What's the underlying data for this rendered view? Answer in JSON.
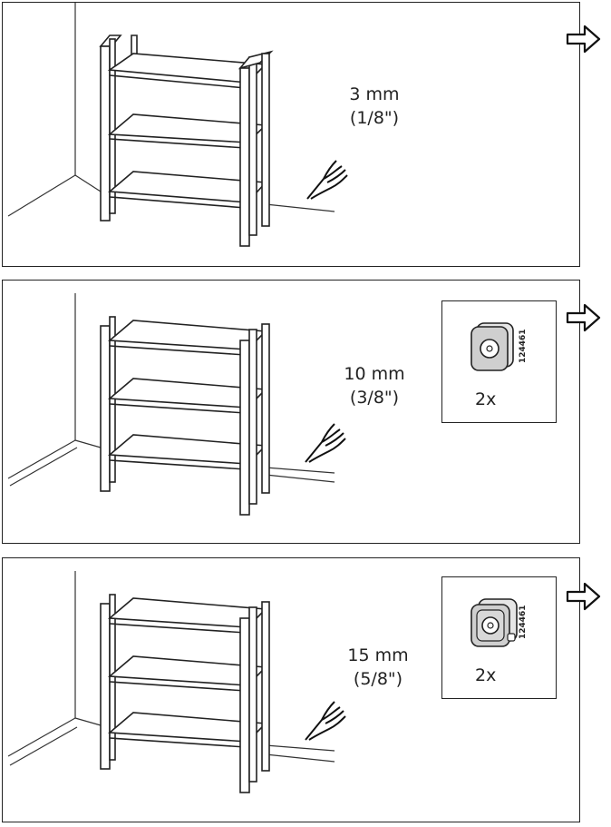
{
  "steps": [
    {
      "measure_mm": "3 mm",
      "measure_in": "(1/8\")",
      "has_part": false
    },
    {
      "measure_mm": "10 mm",
      "measure_in": "(3/8\")",
      "has_part": true,
      "part_qty": "2x",
      "part_code": "124461"
    },
    {
      "measure_mm": "15 mm",
      "measure_in": "(5/8\")",
      "has_part": true,
      "part_qty": "2x",
      "part_code": "124461"
    }
  ],
  "icons": {
    "info": "info-icon",
    "next": "next-arrow-icon",
    "hand": "hand-pointing-icon"
  }
}
